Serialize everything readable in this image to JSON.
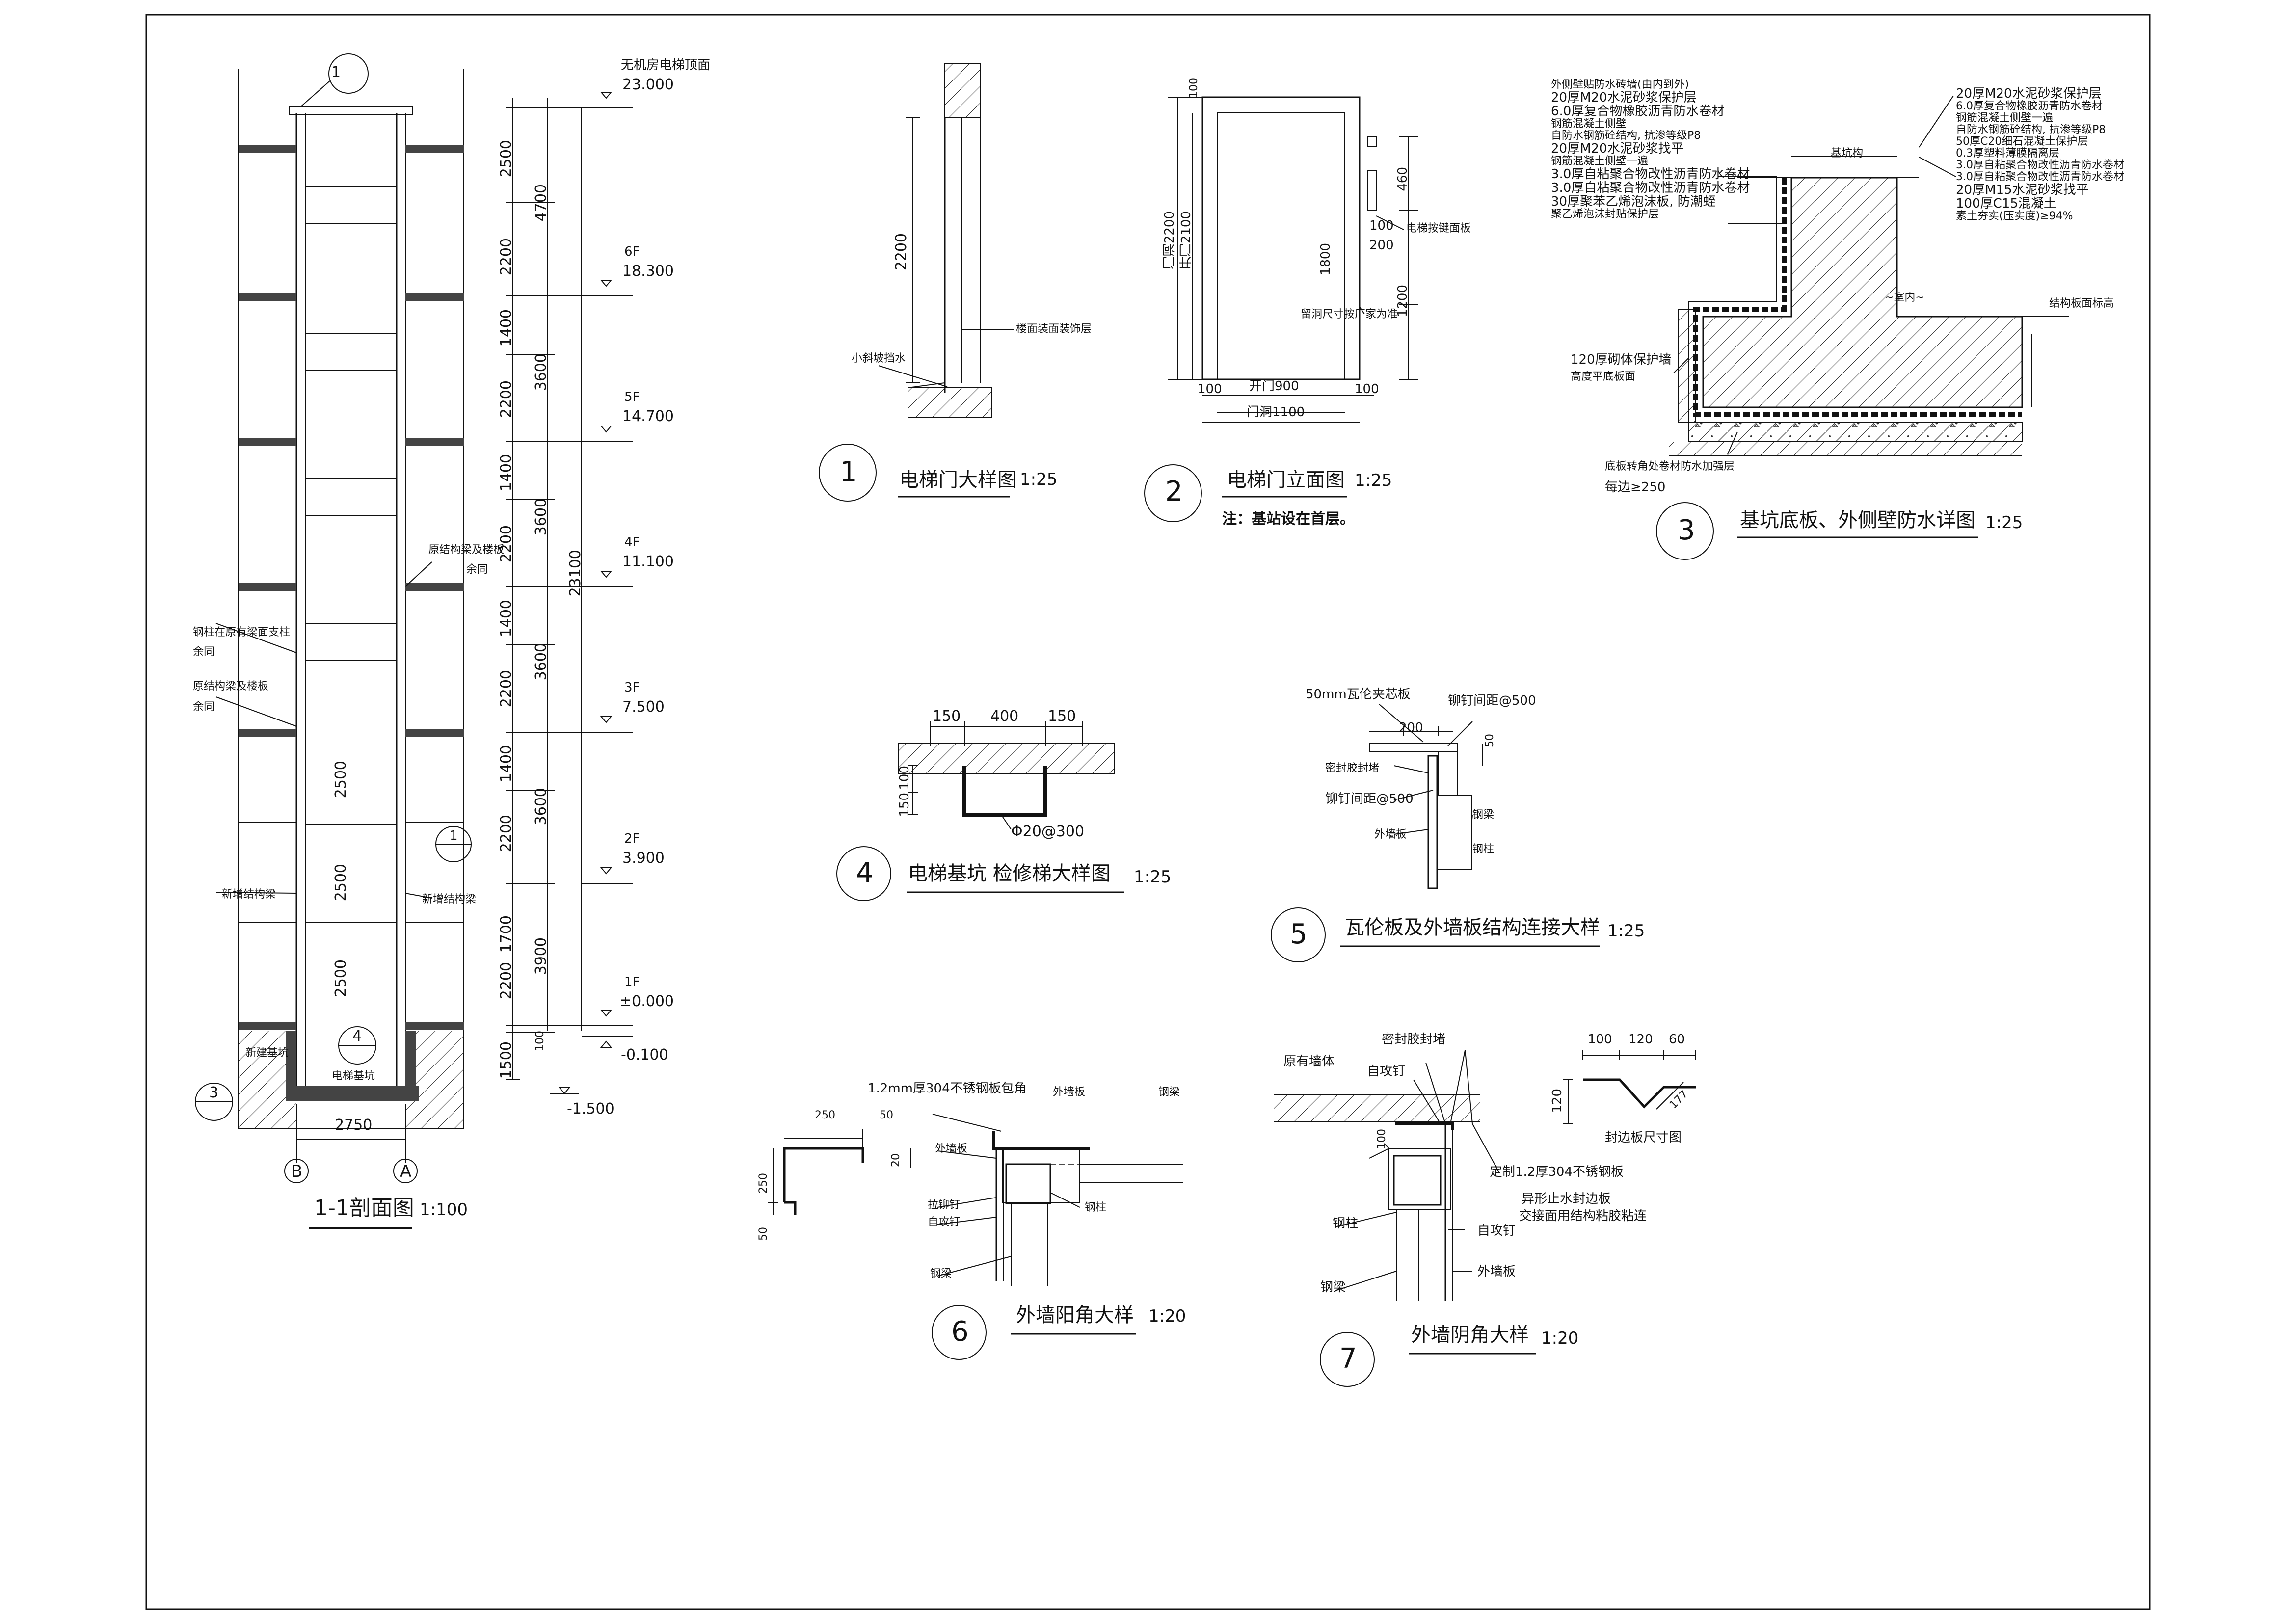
{
  "section": {
    "title": "1-1剖面图",
    "scale": "1:100",
    "top_note": "无机房电梯顶面",
    "top_elev": "23.000",
    "floors": [
      {
        "label": "6F",
        "elev": "18.300"
      },
      {
        "label": "5F",
        "elev": "14.700"
      },
      {
        "label": "4F",
        "elev": "11.100"
      },
      {
        "label": "3F",
        "elev": "7.500"
      },
      {
        "label": "2F",
        "elev": "3.900"
      },
      {
        "label": "1F",
        "elev": "±0.000"
      }
    ],
    "pit_elev": "-0.100",
    "ground_elev": "-1.500",
    "dims_col1": [
      "2500",
      "2200",
      "1400",
      "2200",
      "1400",
      "2200",
      "1400",
      "2200",
      "1400",
      "2200",
      "1700",
      "2200",
      "1500",
      "100"
    ],
    "dims_col2": [
      "4700",
      "3600",
      "3600",
      "3600",
      "3600",
      "3900"
    ],
    "dim_total": "23100",
    "dims_inner": [
      "2500",
      "2500",
      "2500"
    ],
    "width_dim": "2750",
    "axis_b": "B",
    "axis_a": "A",
    "callout_1": "1",
    "callout_3": "3",
    "callout_4": "4",
    "callout_1b": "1",
    "notes": {
      "orig_beam": "原结构梁及楼板",
      "same": "余同",
      "steel_col": "钢柱在原有梁面支柱",
      "orig_beam2": "原结构梁及楼板",
      "new_beam_l": "新增结构梁",
      "new_beam_r": "新增结构梁",
      "new_found": "新建基坑",
      "pit": "电梯基坑"
    }
  },
  "d1": {
    "num": "1",
    "title": "电梯门大样图",
    "scale": "1:25",
    "dim": "2200",
    "note_wall": "楼面装面装饰层",
    "note_bottom": "小斜坡挡水"
  },
  "d2": {
    "num": "2",
    "title": "电梯门立面图",
    "scale": "1:25",
    "note": "注：基站设在首层。",
    "dims": {
      "top": "100",
      "h1": "门洞2200",
      "h2": "开门2100",
      "d460": "460",
      "d100": "100",
      "d200": "200",
      "d1800": "1800",
      "d1200": "1200",
      "w_in": "开门900",
      "w_out": "门洞1100",
      "l100": "100",
      "r100": "100"
    },
    "label_panel": "电梯按键面板",
    "label_hole": "留洞尺寸按厂家为准"
  },
  "d3": {
    "num": "3",
    "title": "基坑底板、外侧壁防水详图",
    "scale": "1:25",
    "layers_left": [
      "外侧壁贴防水砖墙(由内到外)",
      "20厚M20水泥砂浆保护层",
      "6.0厚复合物橡胶沥青防水卷材",
      "钢筋混凝土侧壁",
      "自防水钢筋砼结构, 抗渗等级P8",
      "20厚M20水泥砂浆找平",
      "钢筋混凝土侧壁一遍",
      "3.0厚自粘聚合物改性沥青防水卷材",
      "3.0厚自粘聚合物改性沥青防水卷材",
      "30厚聚苯乙烯泡沫板, 防潮蛭",
      "聚乙烯泡沫封贴保护层"
    ],
    "layers_right": [
      "20厚M20水泥砂浆保护层",
      "6.0厚复合物橡胶沥青防水卷材",
      "钢筋混凝土侧壁一遍",
      "自防水钢筋砼结构, 抗渗等级P8",
      "50厚C20细石混凝土保护层",
      "0.3厚塑料薄膜隔离层",
      "3.0厚自粘聚合物改性沥青防水卷材",
      "3.0厚自粘聚合物改性沥青防水卷材",
      "20厚M15水泥砂浆找平",
      "100厚C15混凝土",
      "素土夯实(压实度)≥94%"
    ],
    "label_brick": "120厚砌体保护墙",
    "label_brick2": "高度平底板面",
    "label_corner": "底板转角处卷材防水加强层",
    "label_corner2": "每边≥250",
    "label_top": "结构板面标高",
    "label_pit": "基坑构",
    "label_inner": "~室内~"
  },
  "d4": {
    "num": "4",
    "title": "电梯基坑  检修梯大样图",
    "scale": "1:25",
    "dims": [
      "150",
      "400",
      "150"
    ],
    "side_dims": [
      "100",
      "150"
    ],
    "bar": "Φ20@300"
  },
  "d5": {
    "num": "5",
    "title": "瓦伦板及外墙板结构连接大样",
    "scale": "1:25",
    "labels": {
      "panel": "50mm瓦伦夹芯板",
      "rivet_top": "铆钉间距@500",
      "d200": "200",
      "d50": "50",
      "seal": "密封胶封堵",
      "rivet": "铆钉间距@500",
      "beam": "钢梁",
      "wall": "外墙板",
      "col": "钢柱"
    }
  },
  "d6": {
    "num": "6",
    "title": "外墙阳角大样",
    "scale": "1:20",
    "labels": {
      "trim": "1.2mm厚304不锈钢板包角",
      "wall_top": "外墙板",
      "beam_top": "钢梁",
      "wall": "外墙板",
      "rivet": "拉铆钉",
      "screw": "自攻钉",
      "col": "钢柱",
      "beam": "钢梁"
    },
    "dims": {
      "w250": "250",
      "w50": "50",
      "h20": "20",
      "h250": "250",
      "h50": "50"
    }
  },
  "d7": {
    "num": "7",
    "title": "外墙阴角大样",
    "scale": "1:20",
    "labels": {
      "wall": "原有墙体",
      "seal": "密封胶封堵",
      "screw": "自攻钉",
      "plate": "定制1.2厚304不锈钢板",
      "flash": "异形止水封边板",
      "flash2": "交接面用结构粘胶粘连",
      "col": "钢柱",
      "screw2": "自攻钉",
      "panel": "外墙板",
      "beam": "钢梁",
      "d100": "100"
    },
    "edge": {
      "title": "封边板尺寸图",
      "d100": "100",
      "d120": "120",
      "d60": "60",
      "h120": "120",
      "d177": "177"
    }
  }
}
